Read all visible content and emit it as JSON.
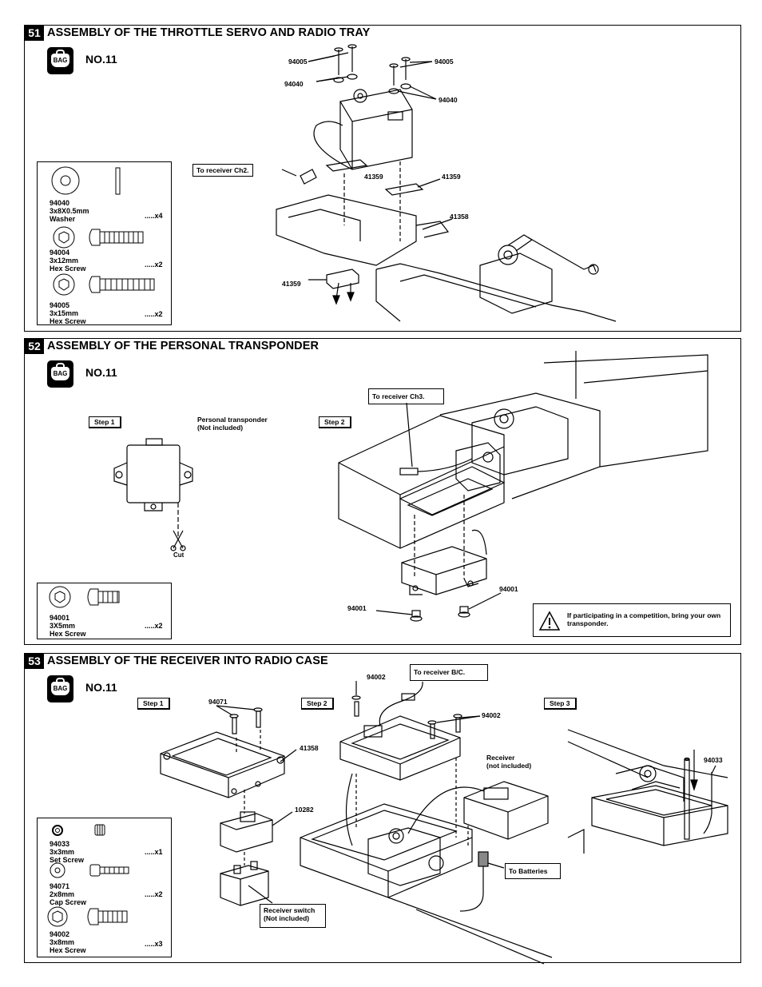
{
  "sections": [
    {
      "number": "51",
      "title": "ASSEMBLY OF THE THROTTLE SERVO AND RADIO TRAY",
      "bag_label": "BAG",
      "bag_no": "NO.11",
      "parts": [
        {
          "code": "94040",
          "spec": "3x8X0.5mm",
          "name": "Washer",
          "qty": ".....x4"
        },
        {
          "code": "94004",
          "spec": "3x12mm",
          "name": "Hex Screw",
          "qty": ".....x2"
        },
        {
          "code": "94005",
          "spec": "3x15mm",
          "name": "Hex Screw",
          "qty": ".....x2"
        }
      ],
      "callouts": {
        "c1": "94005",
        "c2": "94005",
        "c3": "94040",
        "c4": "94040",
        "c5": "41359",
        "c6": "41359",
        "c7": "41358",
        "c8": "41359"
      },
      "receiver_box": "To receiver Ch2."
    },
    {
      "number": "52",
      "title": "ASSEMBLY OF THE PERSONAL TRANSPONDER",
      "bag_label": "BAG",
      "bag_no": "NO.11",
      "step1": "Step 1",
      "step2": "Step 2",
      "transponder_label_1": "Personal transponder",
      "transponder_label_2": "(Not included)",
      "cut": "Cut",
      "receiver_box": "To receiver Ch3.",
      "callouts": {
        "c1": "94001",
        "c2": "94001"
      },
      "warning": "If participating in a competition, bring your own transponder.",
      "parts": [
        {
          "code": "94001",
          "spec": "3X5mm",
          "name": "Hex Screw",
          "qty": ".....x2"
        }
      ]
    },
    {
      "number": "53",
      "title": "ASSEMBLY OF THE RECEIVER INTO RADIO CASE",
      "bag_label": "BAG",
      "bag_no": "NO.11",
      "step1": "Step 1",
      "step2": "Step 2",
      "step3": "Step 3",
      "callouts": {
        "c1": "94071",
        "c2": "41358",
        "c3": "10282",
        "c4": "94002",
        "c5": "94002",
        "c6": "94033"
      },
      "receiver_bc": "To receiver B/C.",
      "receiver_label_1": "Receiver",
      "receiver_label_2": "(not included)",
      "batteries": "To Batteries",
      "switch_1": "Receiver switch",
      "switch_2": "(Not included)",
      "parts": [
        {
          "code": "94033",
          "spec": "3x3mm",
          "name": "Set Screw",
          "qty": ".....x1"
        },
        {
          "code": "94071",
          "spec": "2x8mm",
          "name": "Cap Screw",
          "qty": ".....x2"
        },
        {
          "code": "94002",
          "spec": "3x8mm",
          "name": "Hex Screw",
          "qty": ".....x3"
        }
      ]
    }
  ]
}
